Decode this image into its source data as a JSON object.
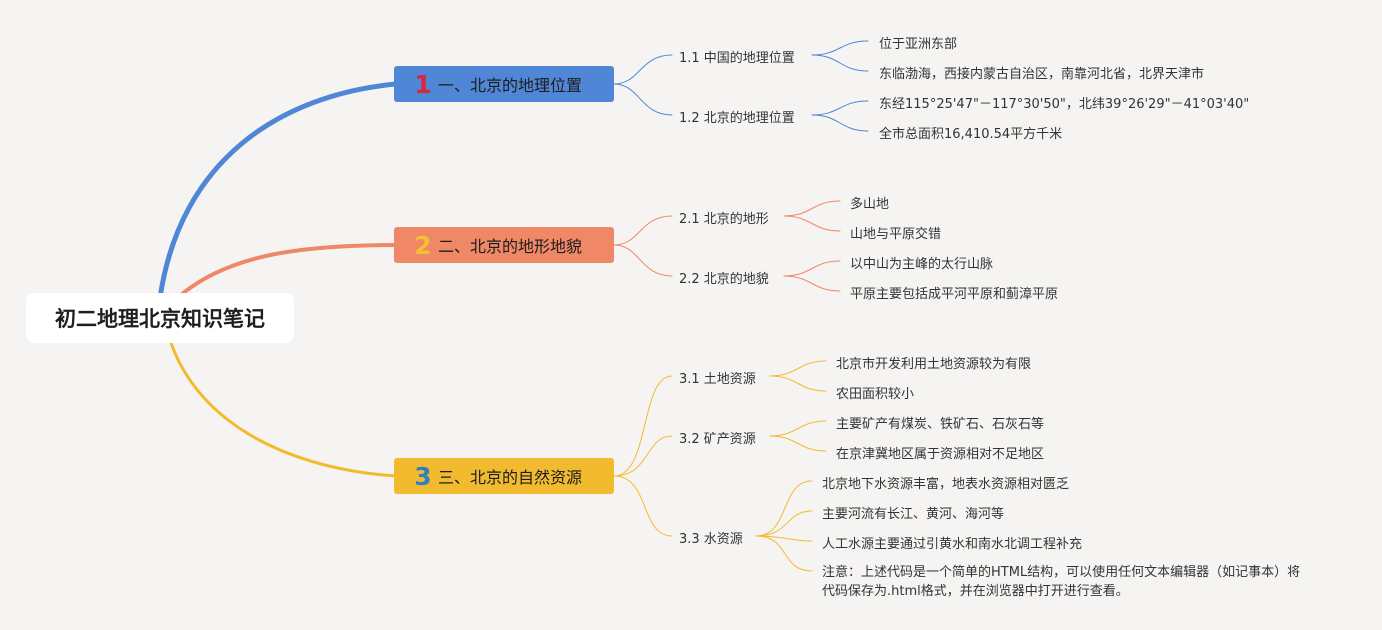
{
  "root": {
    "label": "初二地理北京知识笔记"
  },
  "branches": [
    {
      "number": "1",
      "label": "一、北京的地理位置",
      "color": "#4f86d6",
      "number_color": "#d9283c",
      "subs": [
        {
          "label": "1.1 中国的地理位置",
          "leaves": [
            "位于亚洲东部",
            "东临渤海，西接内蒙古自治区，南靠河北省，北界天津市"
          ]
        },
        {
          "label": "1.2 北京的地理位置",
          "leaves": [
            "东经115°25'47\"－117°30'50\"，北纬39°26'29\"－41°03'40\"",
            "全市总面积16,410.54平方千米"
          ]
        }
      ]
    },
    {
      "number": "2",
      "label": "二、北京的地形地貌",
      "color": "#f08767",
      "number_color": "#f2c132",
      "subs": [
        {
          "label": "2.1 北京的地形",
          "leaves": [
            "多山地",
            "山地与平原交错"
          ]
        },
        {
          "label": "2.2 北京的地貌",
          "leaves": [
            "以中山为主峰的太行山脉",
            "平原主要包括成平河平原和蓟漳平原"
          ]
        }
      ]
    },
    {
      "number": "3",
      "label": "三、北京的自然资源",
      "color": "#f2bb2f",
      "number_color": "#2f7fc2",
      "subs": [
        {
          "label": "3.1 土地资源",
          "leaves": [
            "北京市开发利用土地资源较为有限",
            "农田面积较小"
          ]
        },
        {
          "label": "3.2 矿产资源",
          "leaves": [
            "主要矿产有煤炭、铁矿石、石灰石等",
            "在京津冀地区属于资源相对不足地区"
          ]
        },
        {
          "label": "3.3 水资源",
          "leaves": [
            "北京地下水资源丰富，地表水资源相对匮乏",
            "主要河流有长江、黄河、海河等",
            "人工水源主要通过引黄水和南水北调工程补充",
            "注意：上述代码是一个简单的HTML结构，可以使用任何文本编辑器（如记事本）将代码保存为.html格式，并在浏览器中打开进行查看。"
          ]
        }
      ]
    }
  ]
}
